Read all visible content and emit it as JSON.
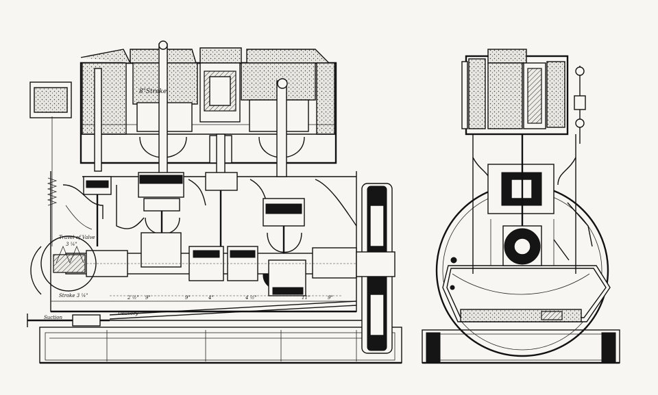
{
  "labels": {
    "stroke_upper": "8\"Stroke",
    "travel_of_valve": "Travel of Valve",
    "travel_value": "3 ¼\"",
    "stroke_lower": "Stroke 3 ¼\"",
    "suction": "Suction",
    "delivery": "Delivery"
  },
  "dimensions": [
    "9\"",
    "9\"",
    "4\"",
    "11\"",
    "9\"",
    "2 ½\"",
    "4 ½\""
  ]
}
